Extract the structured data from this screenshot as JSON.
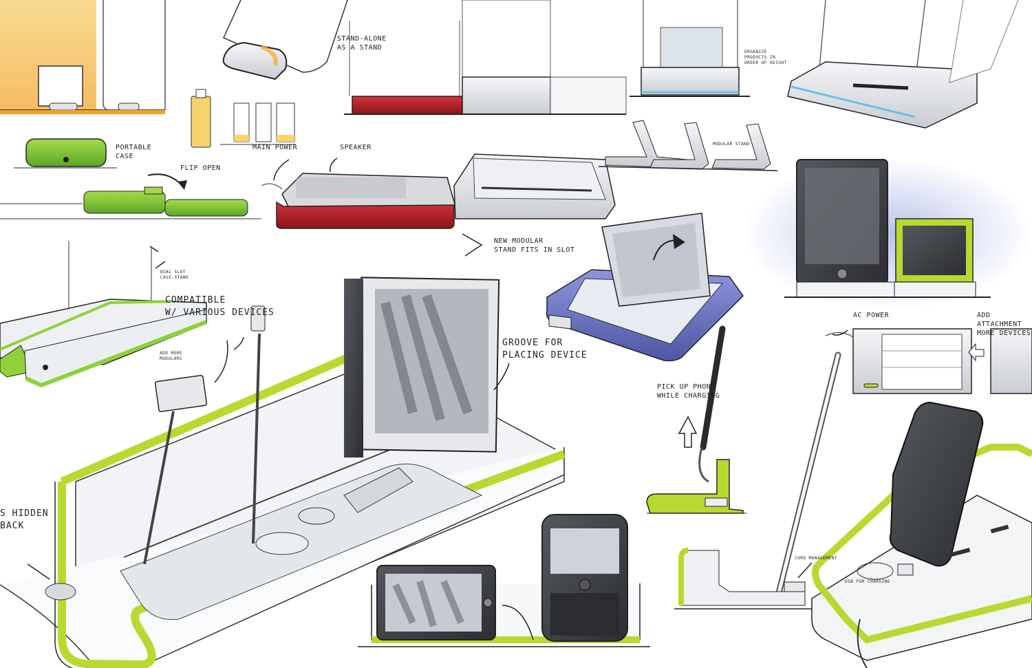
{
  "annotations": {
    "stand_alone": "STAND-ALONE\nAS A STAND",
    "portable_case": "PORTABLE\nCASE",
    "flip_open": "FLIP OPEN",
    "main_power": "MAIN POWER",
    "speaker": "SPEAKER",
    "new_modular_stand": "NEW MODULAR\nSTAND FITS IN SLOT",
    "organize_products": "ORGANIZE\nPRODUCTS IN\nORDER OF HEIGHT",
    "modular_stand": "MODULAR STAND",
    "dual_slot": "DUAL SLOT\nCASE-STAND",
    "compatible_devices": "COMPATIBLE\nW/ VARIOUS DEVICES",
    "add_more_modulars": "ADD MORE\nMODULARS",
    "groove": "GROOVE FOR\nPLACING DEVICE",
    "hidden_back": "S HIDDEN\nBACK",
    "ac_power": "AC POWER",
    "add_attachment": "ADD ATTACHMENT\nMORE DEVICES",
    "pick_up_phone": "PICK UP PHONE\nWHILE CHARGING",
    "cord_management": "CORD MANAGEMENT",
    "usb_charging": "USB FOR CHARGING"
  },
  "colors": {
    "lime": "#b8d930",
    "green": "#7cc13a",
    "red": "#b01e28",
    "blue": "#6f78c4",
    "orange": "#f3b23a",
    "ink": "#2a2a2a",
    "grey": "#8a8d93",
    "dark": "#3c3f45"
  }
}
